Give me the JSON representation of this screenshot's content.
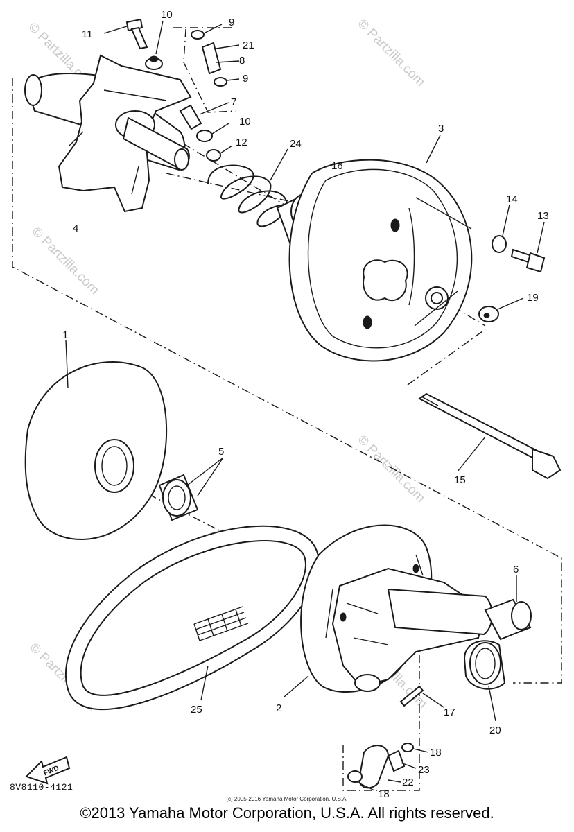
{
  "diagram": {
    "part_labels": {
      "p1": "1",
      "p2": "2",
      "p3": "3",
      "p4": "4",
      "p5": "5",
      "p6": "6",
      "p7": "7",
      "p8": "8",
      "p9a": "9",
      "p9b": "9",
      "p10a": "10",
      "p10b": "10",
      "p11": "11",
      "p12": "12",
      "p13": "13",
      "p14": "14",
      "p15": "15",
      "p16": "16",
      "p17": "17",
      "p18a": "18",
      "p18b": "18",
      "p19": "19",
      "p20": "20",
      "p21": "21",
      "p22": "22",
      "p23": "23",
      "p24": "24",
      "p25": "25"
    },
    "fwd_label": "FWD",
    "code": "8V8110-4121",
    "watermark": "© Partzilla.com"
  },
  "footer": {
    "small_copyright": "(c) 2005-2016 Yamaha Motor Corporation, U.S.A.",
    "copyright": "©2013 Yamaha Motor Corporation, U.S.A. All rights reserved."
  }
}
